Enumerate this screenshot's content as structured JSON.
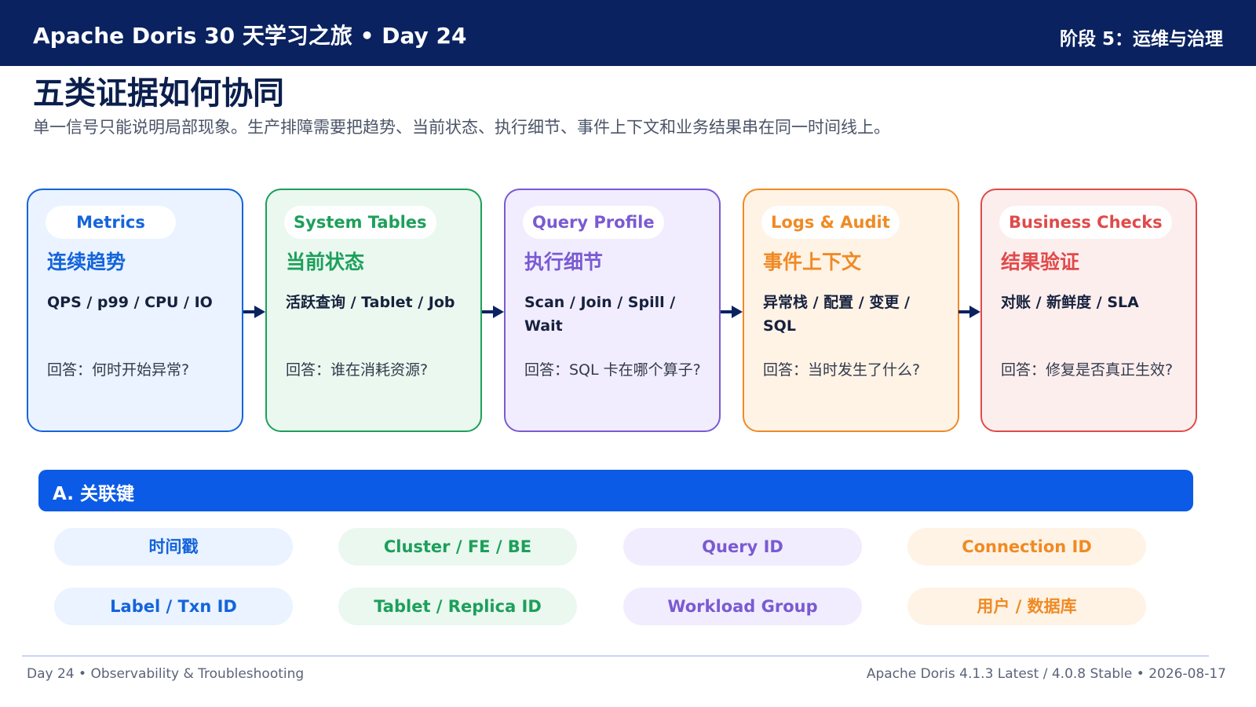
{
  "header": {
    "title": "Apache Doris 30 天学习之旅 • Day 24",
    "stage": "阶段 5：运维与治理"
  },
  "page": {
    "title": "五类证据如何协同",
    "subtitle": "单一信号只能说明局部现象。生产排障需要把趋势、当前状态、执行细节、事件上下文和业务结果串在同一时间线上。"
  },
  "cards": [
    {
      "tag": "Metrics",
      "heading": "连续趋势",
      "signals": "QPS / p99 / CPU / IO",
      "answer": "回答：何时开始异常?",
      "accent": "#1464db",
      "bg": "#eaf3ff"
    },
    {
      "tag": "System Tables",
      "heading": "当前状态",
      "signals": "活跃查询 / Tablet / Job",
      "answer": "回答：谁在消耗资源?",
      "accent": "#1d9f5a",
      "bg": "#eaf8f0"
    },
    {
      "tag": "Query Profile",
      "heading": "执行细节",
      "signals": "Scan / Join / Spill / Wait",
      "answer": "回答：SQL 卡在哪个算子?",
      "accent": "#7a5ad2",
      "bg": "#f1edff"
    },
    {
      "tag": "Logs & Audit",
      "heading": "事件上下文",
      "signals": "异常栈 / 配置 / 变更 / SQL",
      "answer": "回答：当时发生了什么?",
      "accent": "#f08a24",
      "bg": "#fff3e6"
    },
    {
      "tag": "Business Checks",
      "heading": "结果验证",
      "signals": "对账 / 新鲜度 / SLA",
      "answer": "回答：修复是否真正生效?",
      "accent": "#e04a4a",
      "bg": "#fdeeee"
    }
  ],
  "keys": {
    "label": "A. 关联键",
    "items": [
      {
        "text": "时间戳",
        "color": "#1464db",
        "bg": "#eaf3ff"
      },
      {
        "text": "Cluster / FE / BE",
        "color": "#1d9f5a",
        "bg": "#eaf8f0"
      },
      {
        "text": "Query ID",
        "color": "#7a5ad2",
        "bg": "#f1edff"
      },
      {
        "text": "Connection ID",
        "color": "#f08a24",
        "bg": "#fff3e6"
      },
      {
        "text": "Label / Txn ID",
        "color": "#1464db",
        "bg": "#eaf3ff"
      },
      {
        "text": "Tablet / Replica ID",
        "color": "#1d9f5a",
        "bg": "#eaf8f0"
      },
      {
        "text": "Workload Group",
        "color": "#7a5ad2",
        "bg": "#f1edff"
      },
      {
        "text": "用户 / 数据库",
        "color": "#f08a24",
        "bg": "#fff3e6"
      }
    ]
  },
  "footer": {
    "left": "Day 24 • Observability & Troubleshooting",
    "right": "Apache Doris 4.1.3 Latest / 4.0.8 Stable • 2026-08-17"
  }
}
